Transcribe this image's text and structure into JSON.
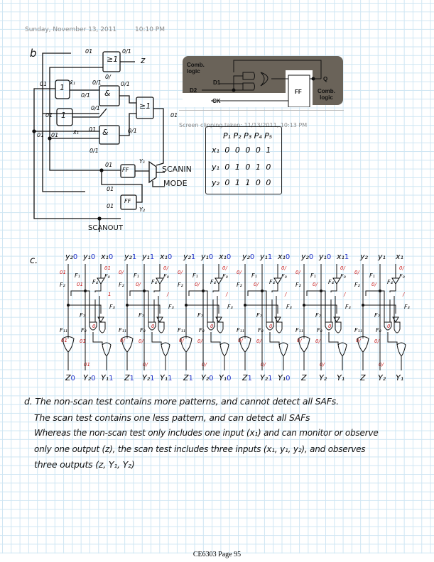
{
  "header": {
    "date": "Sunday, November 13, 2011",
    "time": "10:10 PM"
  },
  "part_b": {
    "label": "b",
    "output_z": "z",
    "annotations": [
      "01",
      "0/1",
      "0/",
      "x̄₁",
      "0/1",
      "0/1",
      "0/1",
      "01",
      "01",
      "0/1",
      "01",
      "01",
      "x̄₁",
      "01",
      "0/1",
      "01",
      "0/1",
      "01"
    ],
    "gate_or": "≥1",
    "gate_and": "&",
    "gate_not": "1",
    "ff": "FF",
    "y1": "Y₁",
    "y2": "Y₂",
    "scanin": "SCANIN",
    "mode": "MODE",
    "scanout": "SCANOUT",
    "ff_in_1": "01",
    "ff_in_2": "01",
    "ff_in_3": "01"
  },
  "clipping": {
    "comb_logic_1": "Comb.\nlogic",
    "comb_logic_2": "Comb.\nlogic",
    "d1": "D1",
    "d2": "D2",
    "ck": "CK",
    "ff": "FF",
    "q": "Q",
    "caption": "Screen clipping taken: 11/13/2011, 10:13 PM"
  },
  "pattern_table": {
    "header": "P₁ P₂ P₃ P₄ P₅",
    "rows": [
      {
        "name": "x₁",
        "values": "0 0 0 0 1"
      },
      {
        "name": "y₁",
        "values": "0 1 0 1 0"
      },
      {
        "name": "y₂",
        "values": "0 1 1 0 0"
      }
    ]
  },
  "part_c": {
    "label": "c.",
    "input_names": [
      "y₂",
      "y₁",
      "x₁"
    ],
    "output_names": [
      "Z",
      "Y₂",
      "Y₁"
    ],
    "fault_labels": [
      "F₀",
      "F₁",
      "F₂",
      "F₃",
      "F₄",
      "F₅",
      "F₆",
      "F₇",
      "F₈",
      "F₉",
      "F₁₁"
    ],
    "columns": [
      {
        "inputs": [
          "0",
          "0",
          "0"
        ],
        "outputs": [
          "0",
          "0",
          "1"
        ],
        "marks": [
          "01",
          "01",
          "01",
          "1",
          "01",
          "01",
          "0",
          "01"
        ]
      },
      {
        "inputs": [
          "1",
          "1",
          "0"
        ],
        "outputs": [
          "1",
          "1",
          "1"
        ],
        "marks": [
          "0/",
          "0/",
          "0/",
          "/",
          "0/",
          "0/",
          "0",
          "0/"
        ]
      },
      {
        "inputs": [
          "1",
          "0",
          "0"
        ],
        "outputs": [
          "1",
          "0",
          "0"
        ],
        "marks": [
          "0/",
          "0/",
          "0/",
          "/",
          "0/",
          "0/",
          "0",
          "0/"
        ]
      },
      {
        "inputs": [
          "0",
          "1",
          "0"
        ],
        "outputs": [
          "1",
          "1",
          "0"
        ],
        "marks": [
          "0/",
          "0/",
          "0/",
          "/",
          "0/",
          "0/",
          "0",
          "0/"
        ]
      },
      {
        "inputs": [
          "0",
          "0",
          "1"
        ],
        "outputs": [
          "",
          "",
          ""
        ],
        "marks": [
          "0/",
          "0/",
          "0/",
          "/",
          "0/",
          "0/",
          "0",
          "0/"
        ]
      },
      {
        "inputs": [
          "",
          "",
          ""
        ],
        "outputs": [
          "",
          "",
          ""
        ],
        "marks": [
          "0/",
          "0/",
          "0/",
          "/",
          "0/",
          "0/",
          "0",
          "0/"
        ]
      }
    ]
  },
  "part_d": {
    "lines": [
      "d. The non-scan test contains more patterns, and cannot detect all SAFs.",
      "The scan test contains one less pattern, and can detect all SAFs",
      "Whereas the non-scan test only includes one input (x₁) and can monitor or observe",
      "only one output (z), the scan test includes three inputs (x₁, y₁, y₂), and observes",
      "three outputs (z, Y₁, Y₂)"
    ]
  },
  "footer": {
    "page": "CE6303 Page 95"
  },
  "colors": {
    "grid": "#cfe6f3",
    "ink": "#111111",
    "blue": "#1d2fc7",
    "red": "#c81818",
    "clip_bg": "#6a6359"
  }
}
